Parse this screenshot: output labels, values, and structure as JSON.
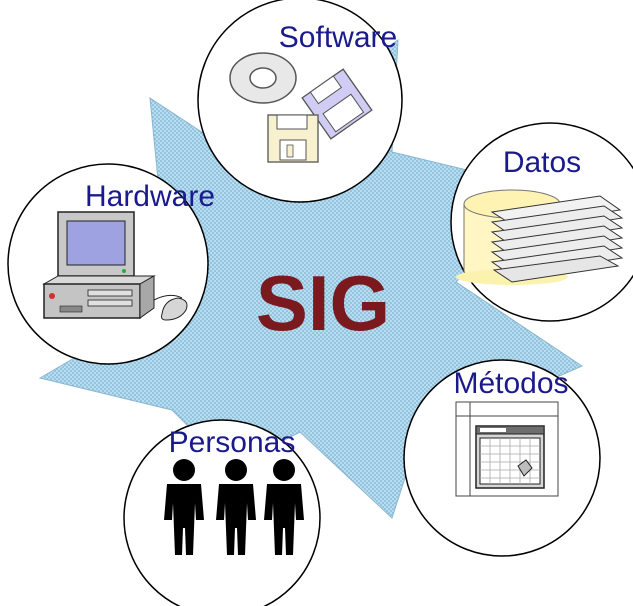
{
  "center": {
    "label": "SIG"
  },
  "components": [
    {
      "id": "software",
      "label": "Software",
      "icon": "software-disks-icon"
    },
    {
      "id": "datos",
      "label": "Datos",
      "icon": "database-stack-icon"
    },
    {
      "id": "hardware",
      "label": "Hardware",
      "icon": "computer-icon"
    },
    {
      "id": "metodos",
      "label": "Métodos",
      "icon": "method-window-icon"
    },
    {
      "id": "personas",
      "label": "Personas",
      "icon": "people-icon"
    }
  ],
  "colors": {
    "center_text": "#7a1a1e",
    "label_text": "#1a1a8c",
    "star_fill": "#b8dcf0",
    "star_dots": "#6aa7c9",
    "circle_stroke": "#000000"
  }
}
